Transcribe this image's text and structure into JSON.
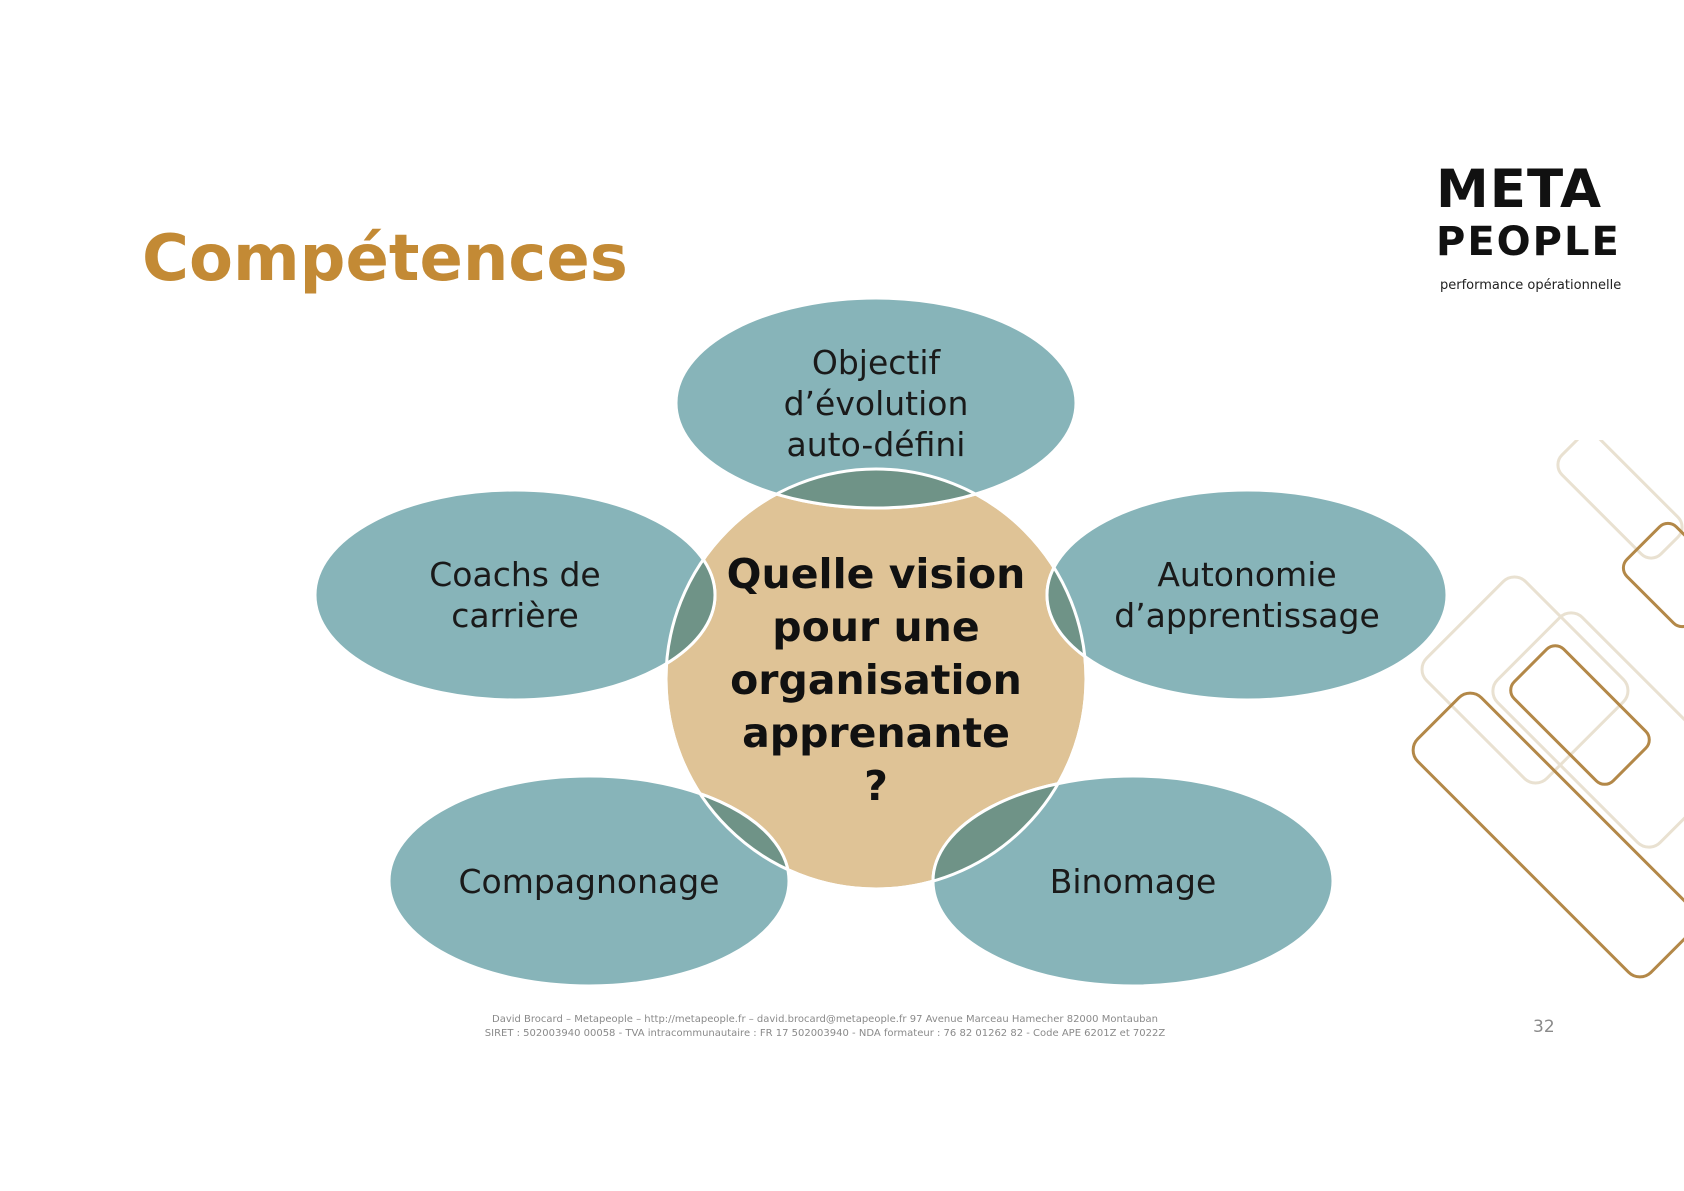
{
  "title": "Compétences",
  "logo": {
    "line1": "META",
    "line2": "PEOPLE",
    "tagline": "performance opérationnelle"
  },
  "diagram": {
    "center": "Quelle vision\npour une\norganisation\napprenante\n?",
    "nodes": {
      "top": "Objectif\nd’évolution\nauto-défini",
      "left": "Coachs de\ncarrière",
      "right": "Autonomie\nd’apprentissage",
      "bottom_left": "Compagnonage",
      "bottom_right": "Binomage"
    }
  },
  "footer": {
    "line1": "David Brocard – Metapeople – http://metapeople.fr – david.brocard@metapeople.fr 97 Avenue Marceau Hamecher 82000 Montauban",
    "line2": "SIRET : 502003940 00058 - TVA intracommunautaire : FR 17 502003940 - NDA formateur : 76 82 01262 82 - Code APE 6201Z et 7022Z"
  },
  "page_number": "32",
  "colors": {
    "title": "#C38A35",
    "center_circle": "#DFC396",
    "outer_ellipse": "#87B4B9",
    "overlap": "#6F9387",
    "deco_gold": "#B38848",
    "deco_light": "#E9E1D1"
  }
}
